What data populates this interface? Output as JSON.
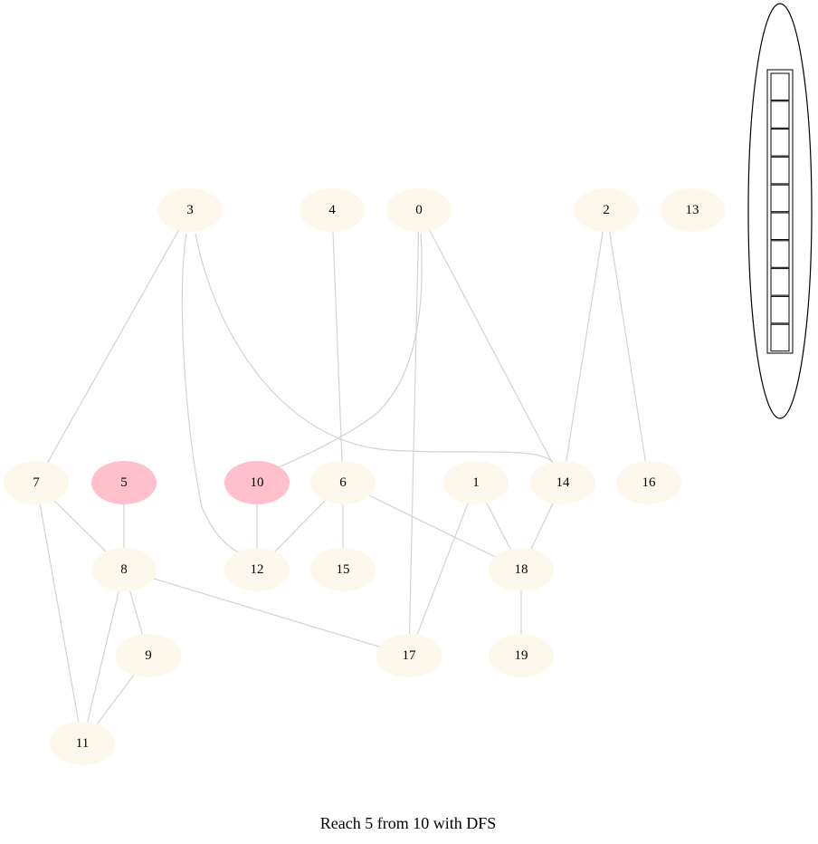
{
  "title": "Reach 5 from 10 with DFS",
  "colors": {
    "node_default": "#fdf8ec",
    "node_highlight": "#ffc0cb",
    "edge": "#d3d3d3",
    "stack_outline": "#000000",
    "background": "#ffffff"
  },
  "graph": {
    "nodes": [
      {
        "id": "0",
        "label": "0",
        "highlight": false
      },
      {
        "id": "1",
        "label": "1",
        "highlight": false
      },
      {
        "id": "2",
        "label": "2",
        "highlight": false
      },
      {
        "id": "3",
        "label": "3",
        "highlight": false
      },
      {
        "id": "4",
        "label": "4",
        "highlight": false
      },
      {
        "id": "5",
        "label": "5",
        "highlight": true
      },
      {
        "id": "6",
        "label": "6",
        "highlight": false
      },
      {
        "id": "7",
        "label": "7",
        "highlight": false
      },
      {
        "id": "8",
        "label": "8",
        "highlight": false
      },
      {
        "id": "9",
        "label": "9",
        "highlight": false
      },
      {
        "id": "10",
        "label": "10",
        "highlight": true
      },
      {
        "id": "11",
        "label": "11",
        "highlight": false
      },
      {
        "id": "12",
        "label": "12",
        "highlight": false
      },
      {
        "id": "13",
        "label": "13",
        "highlight": false
      },
      {
        "id": "14",
        "label": "14",
        "highlight": false
      },
      {
        "id": "15",
        "label": "15",
        "highlight": false
      },
      {
        "id": "16",
        "label": "16",
        "highlight": false
      },
      {
        "id": "17",
        "label": "17",
        "highlight": false
      },
      {
        "id": "18",
        "label": "18",
        "highlight": false
      },
      {
        "id": "19",
        "label": "19",
        "highlight": false
      }
    ],
    "edges": [
      [
        "3",
        "7"
      ],
      [
        "3",
        "12"
      ],
      [
        "3",
        "14"
      ],
      [
        "4",
        "6"
      ],
      [
        "0",
        "10"
      ],
      [
        "0",
        "17"
      ],
      [
        "0",
        "14"
      ],
      [
        "2",
        "14"
      ],
      [
        "2",
        "16"
      ],
      [
        "7",
        "8"
      ],
      [
        "7",
        "11"
      ],
      [
        "5",
        "8"
      ],
      [
        "10",
        "12"
      ],
      [
        "6",
        "12"
      ],
      [
        "6",
        "15"
      ],
      [
        "6",
        "18"
      ],
      [
        "1",
        "17"
      ],
      [
        "1",
        "18"
      ],
      [
        "14",
        "18"
      ],
      [
        "8",
        "9"
      ],
      [
        "8",
        "11"
      ],
      [
        "8",
        "17"
      ],
      [
        "9",
        "11"
      ],
      [
        "18",
        "19"
      ]
    ]
  },
  "stack": {
    "slots": [
      "",
      "",
      "",
      "",
      "",
      "",
      "",
      "",
      "",
      ""
    ]
  }
}
